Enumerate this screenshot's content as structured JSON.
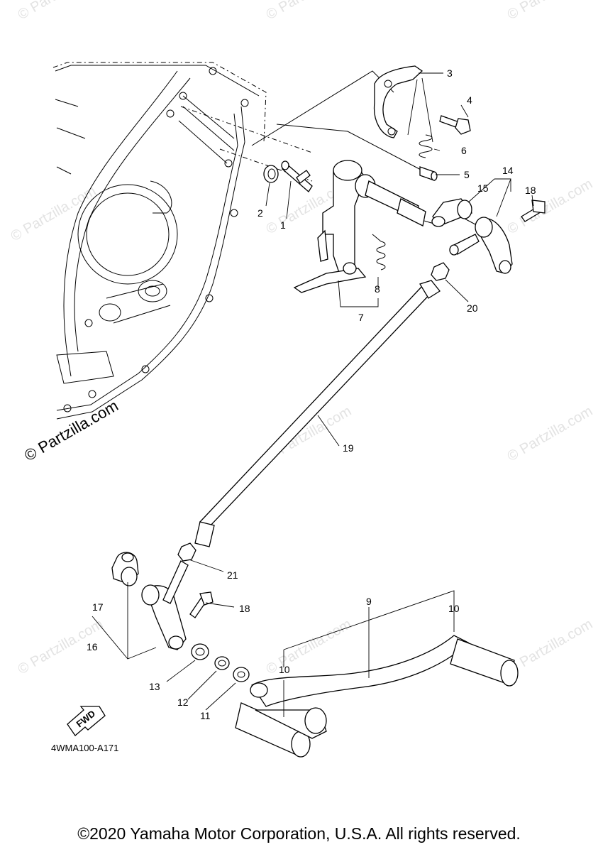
{
  "watermark": {
    "main_text": "© Partzilla.com",
    "faint_text": "© Partzilla.com"
  },
  "callouts": {
    "c1": "1",
    "c2": "2",
    "c3": "3",
    "c4": "4",
    "c5": "5",
    "c6": "6",
    "c7": "7",
    "c8": "8",
    "c9": "9",
    "c10a": "10",
    "c10b": "10",
    "c11": "11",
    "c12": "12",
    "c13": "13",
    "c14": "14",
    "c15": "15",
    "c16": "16",
    "c17": "17",
    "c18a": "18",
    "c18b": "18",
    "c19": "19",
    "c20": "20",
    "c21": "21"
  },
  "fwd_label": "FWD",
  "figure_code": "4WMA100-A171",
  "copyright": "©2020 Yamaha Motor Corporation, U.S.A. All rights reserved."
}
